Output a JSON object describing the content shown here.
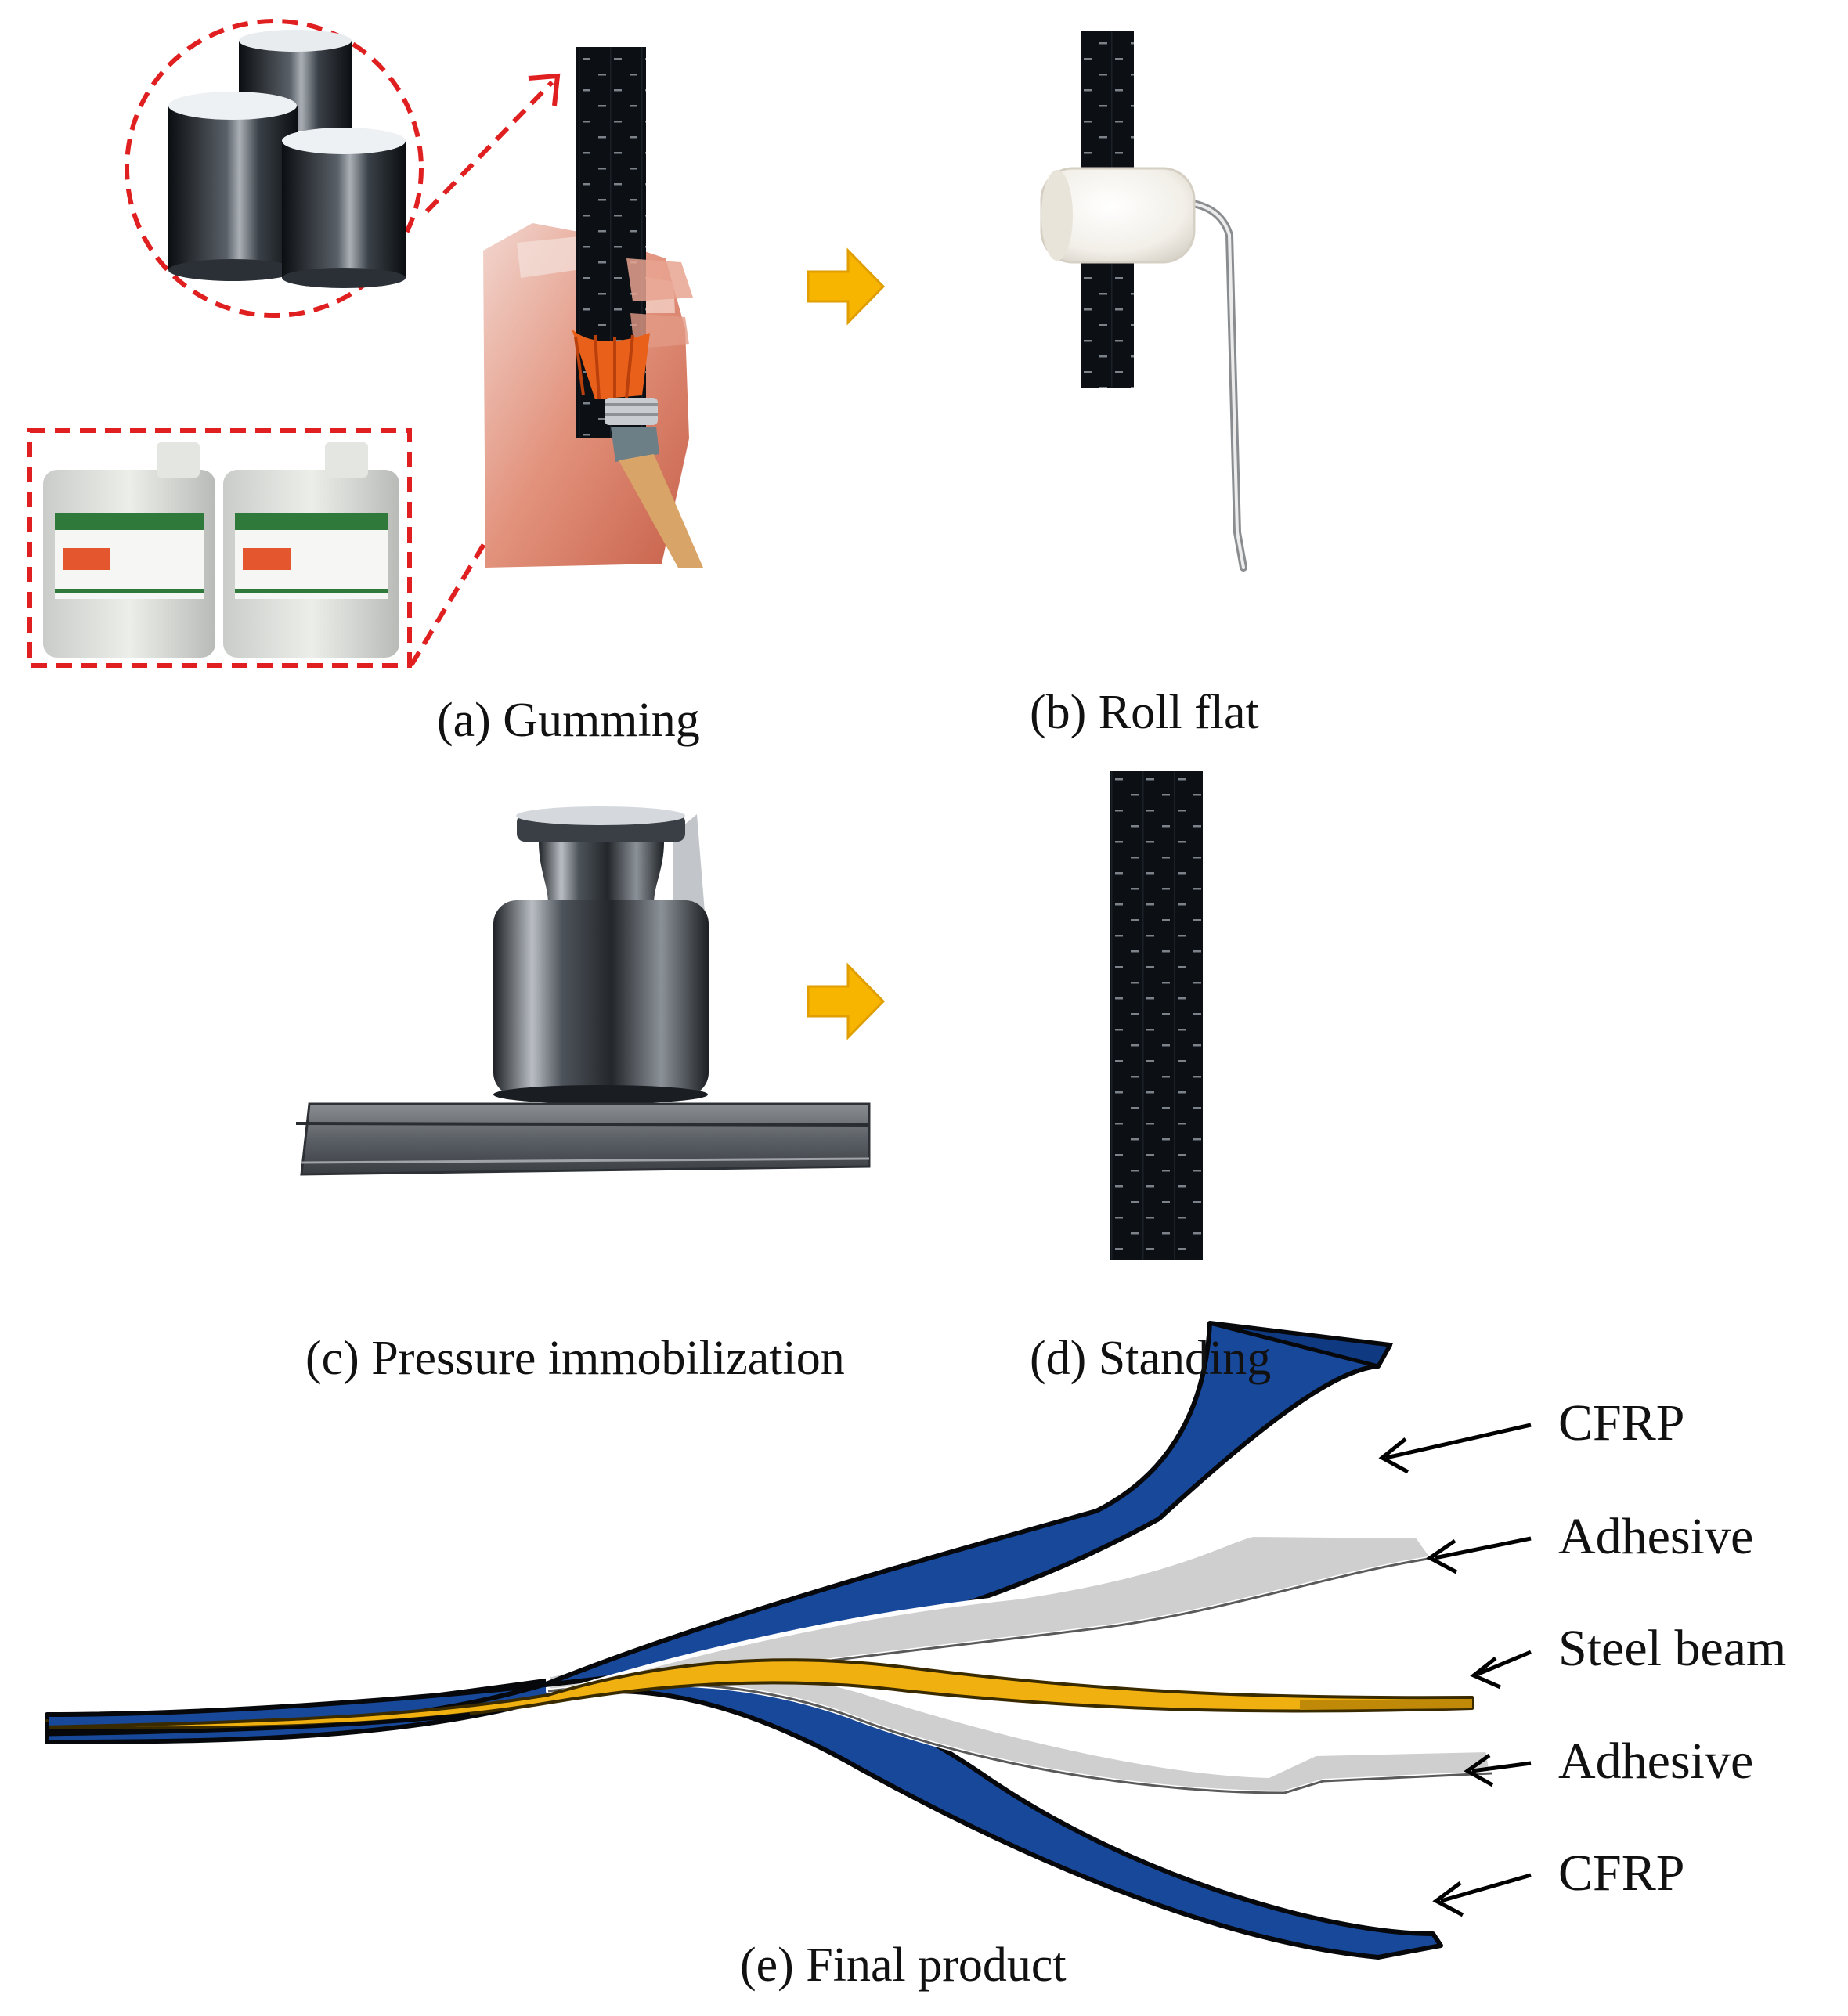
{
  "colors": {
    "carbon": "#101418",
    "annotation_red": "#e02020",
    "arrow_gold": "#f7b500",
    "cfrp_blue": "#17489a",
    "adhesive_gray": "#cfcfcf",
    "steel_gold": "#f0b010",
    "glove_skin": "#e8a089",
    "brush_bristles": "#e8601a",
    "brush_handle": "#d8a468",
    "weight_steel": "#6b7077"
  },
  "panels": {
    "a": {
      "caption": "(a) Gumming"
    },
    "b": {
      "caption": "(b) Roll flat"
    },
    "c": {
      "caption": "(c) Pressure immobilization"
    },
    "d": {
      "caption": "(d) Standing"
    },
    "e": {
      "caption": "(e) Final product"
    }
  },
  "layers": [
    "CFRP",
    "Adhesive",
    "Steel beam",
    "Adhesive",
    "CFRP"
  ],
  "icons": {
    "process_arrow": "right-arrow-icon",
    "annotation_arrow": "dashed-arrow-icon",
    "leader_arrow": "leader-arrow-icon"
  }
}
